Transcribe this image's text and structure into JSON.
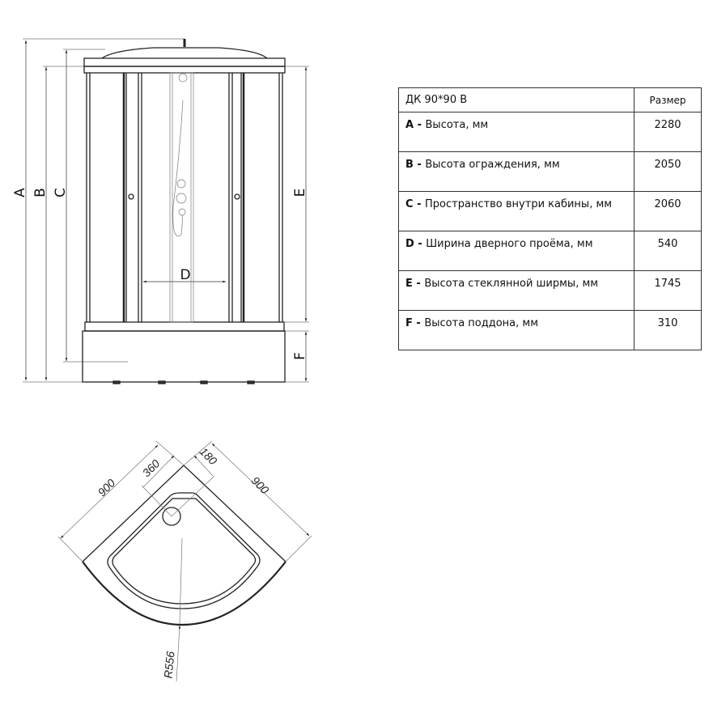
{
  "front_view": {
    "labels": {
      "a": "A",
      "b": "B",
      "c": "C",
      "d": "D",
      "e": "E",
      "f": "F"
    }
  },
  "plan_view": {
    "dims": {
      "width_left": "900",
      "width_right": "900",
      "drain_offset": "360",
      "drain_offset2": "180",
      "radius": "R556"
    }
  },
  "spec_table": {
    "title": "ДК 90*90 B",
    "value_header": "Размер",
    "rows": [
      {
        "key": "A",
        "sep": " - ",
        "label": "Высота, мм",
        "value": "2280"
      },
      {
        "key": "B",
        "sep": " - ",
        "label": "Высота ограждения, мм",
        "value": "2050"
      },
      {
        "key": "C",
        "sep": " - ",
        "label": "Пространство внутри кабины, мм",
        "value": "2060"
      },
      {
        "key": "D",
        "sep": " - ",
        "label": "Ширина дверного проёма, мм",
        "value": "540"
      },
      {
        "key": "E",
        "sep": " - ",
        "label": "Высота стеклянной ширмы, мм",
        "value": "1745"
      },
      {
        "key": "F",
        "sep": " - ",
        "label": "Высота поддона, мм",
        "value": "310"
      }
    ]
  }
}
